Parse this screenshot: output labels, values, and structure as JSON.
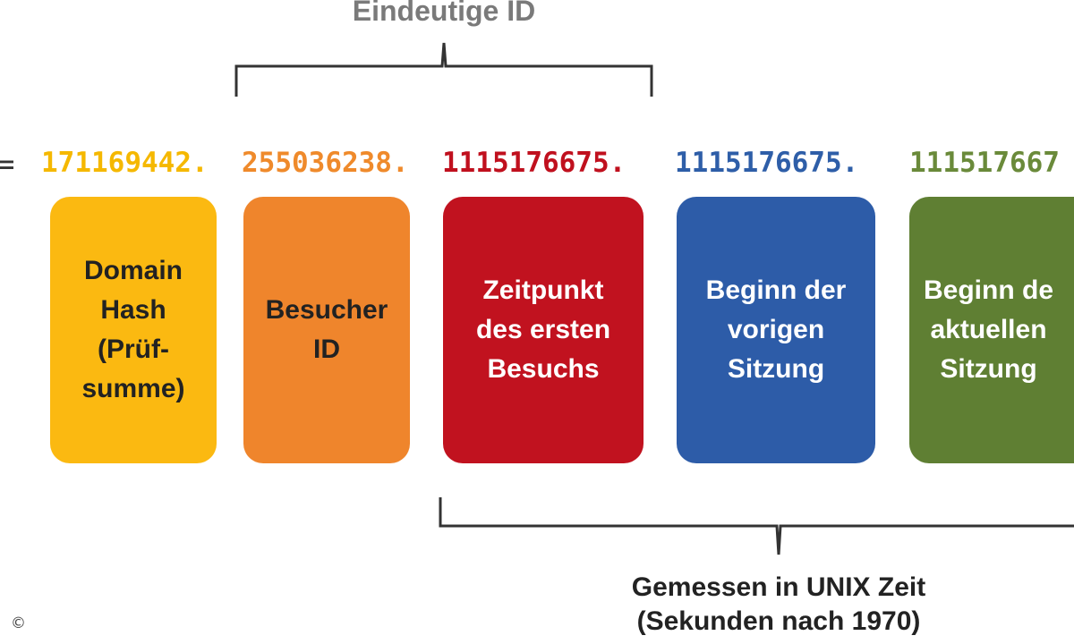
{
  "top_label": "Eindeutige ID",
  "bottom_label_line1": "Gemessen in UNIX Zeit",
  "bottom_label_line2": "(Sekunden nach 1970)",
  "equals": "=",
  "numbers": [
    {
      "text": "171169442.",
      "color": "#f5b800"
    },
    {
      "text": "255036238.",
      "color": "#ef8a2b"
    },
    {
      "text": "1115176675.",
      "color": "#c0101e"
    },
    {
      "text": "1115176675.",
      "color": "#2e5ea8"
    },
    {
      "text": "111517667",
      "color": "#6a8a3a"
    }
  ],
  "boxes": [
    {
      "label": "Domain\nHash\n(Prüf-\nsumme)",
      "color": "#fbb911",
      "text_color": "#222222"
    },
    {
      "label": "Besucher\nID",
      "color": "#ef852c",
      "text_color": "#222222"
    },
    {
      "label": "Zeitpunkt\ndes ersten\nBesuchs",
      "color": "#c1121f",
      "text_color": "#ffffff"
    },
    {
      "label": "Beginn der\nvorigen\nSitzung",
      "color": "#2d5ca8",
      "text_color": "#ffffff"
    },
    {
      "label": "Beginn de\naktuellen\nSitzung",
      "color": "#5f7f33",
      "text_color": "#ffffff"
    }
  ],
  "copyright_icon": "copyright-icon"
}
